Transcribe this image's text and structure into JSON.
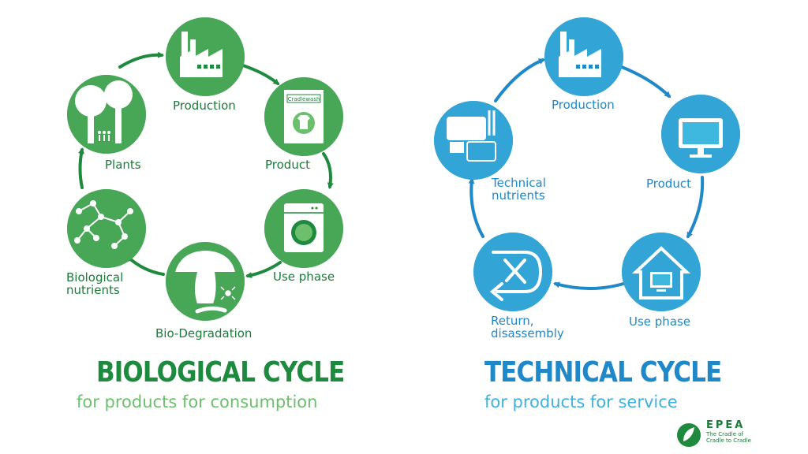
{
  "biological": {
    "title": "BIOLOGICAL CYCLE",
    "subtitle": "for products for consumption",
    "nodes": {
      "production": "Production",
      "product": "Product",
      "product_sign": "Cradlewash",
      "use_phase": "Use phase",
      "bio_degradation": "Bio-Degradation",
      "biological_nutrients": "Biological\nnutrients",
      "plants": "Plants"
    },
    "colors": {
      "circle_light": "#6cbf6c",
      "circle_dark": "#1e8a3e",
      "arrow": "#1e8a3e"
    }
  },
  "technical": {
    "title": "TECHNICAL CYCLE",
    "subtitle": "for products for service",
    "nodes": {
      "production": "Production",
      "product": "Product",
      "use_phase": "Use phase",
      "return_disassembly": "Return,\ndisassembly",
      "technical_nutrients": "Technical\nnutrients"
    },
    "colors": {
      "circle_light": "#3fb8e0",
      "circle_dark": "#1e88c8",
      "arrow": "#1e88c8"
    }
  },
  "logo": {
    "name": "EPEA",
    "tagline": "The Cradle of Cradle to Cradle",
    "icon": "epea-leaf-icon"
  }
}
